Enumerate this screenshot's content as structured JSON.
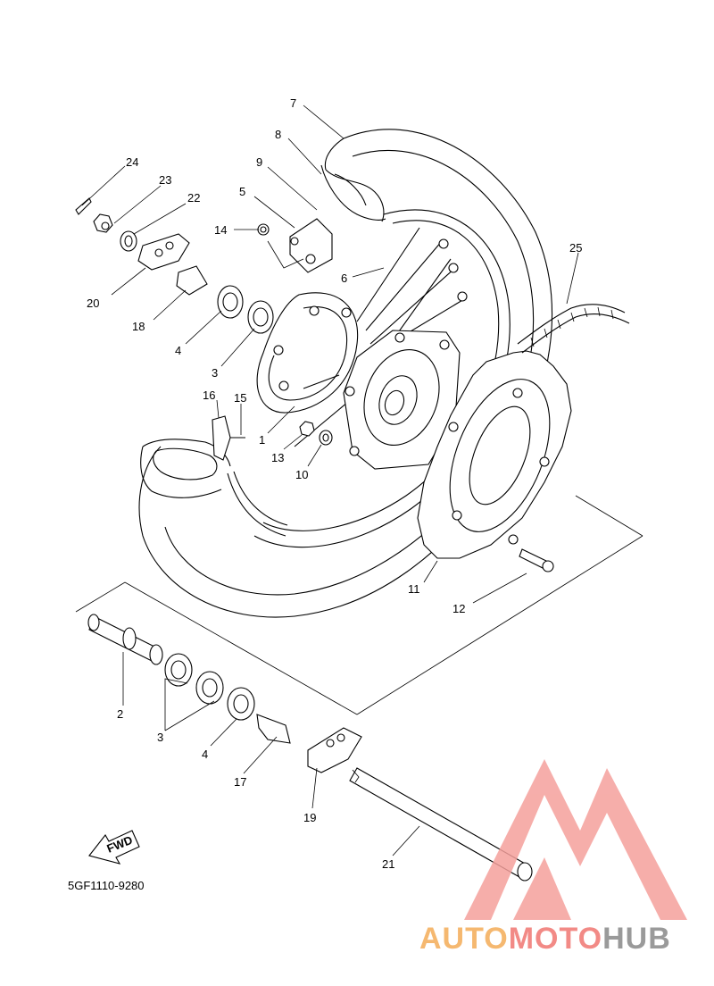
{
  "callouts": [
    "24",
    "23",
    "22",
    "20",
    "18",
    "4",
    "3",
    "16",
    "15",
    "1",
    "13",
    "10",
    "14",
    "5",
    "8",
    "9",
    "7",
    "6",
    "25",
    "11",
    "12",
    "2",
    "3",
    "4",
    "17",
    "19",
    "21"
  ],
  "fwd_label": "FWD",
  "diagram_code": "5GF1110-9280",
  "watermark": {
    "part1": "AUTO",
    "part2": "MOTO",
    "part3": "HUB",
    "colors": {
      "part1": "#f5b870",
      "part2": "#f28a86",
      "part3": "#9a9a9a",
      "logo": "#f5a09c"
    }
  }
}
